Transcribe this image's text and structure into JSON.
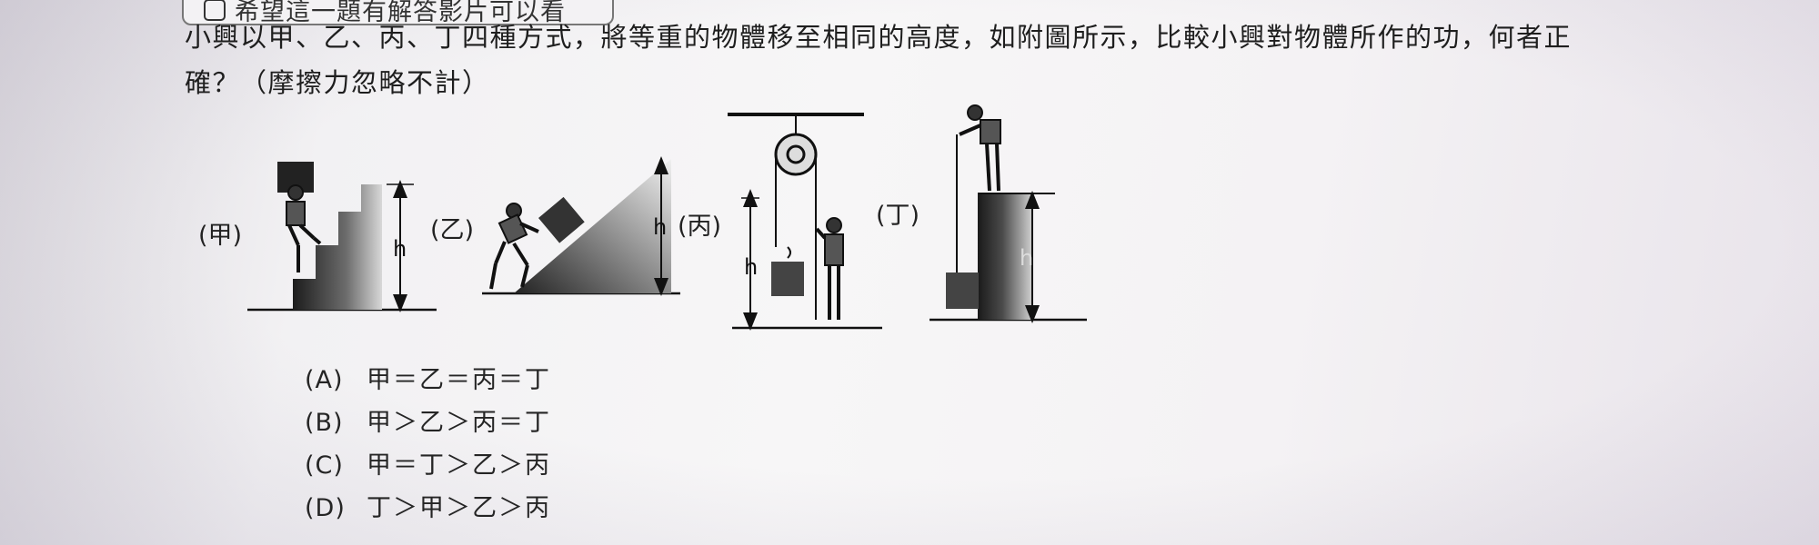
{
  "checkbox": {
    "label": "希望這一題有解答影片可以看"
  },
  "question": {
    "text": "小興以甲、乙、丙、丁四種方式，將等重的物體移至相同的高度，如附圖所示，比較小興對物體所作的功，何者正確？（摩擦力忽略不計）"
  },
  "figures": [
    {
      "label": "(甲)",
      "height_label": "h"
    },
    {
      "label": "(乙)",
      "height_label": "h"
    },
    {
      "label": "(丙)",
      "height_label": "h"
    },
    {
      "label": "(丁)",
      "height_label": "h"
    }
  ],
  "options": [
    {
      "letter": "(A)",
      "text": "甲＝乙＝丙＝丁"
    },
    {
      "letter": "(B)",
      "text": "甲＞乙＞丙＝丁"
    },
    {
      "letter": "(C)",
      "text": "甲＝丁＞乙＞丙"
    },
    {
      "letter": "(D)",
      "text": "丁＞甲＞乙＞丙"
    }
  ]
}
